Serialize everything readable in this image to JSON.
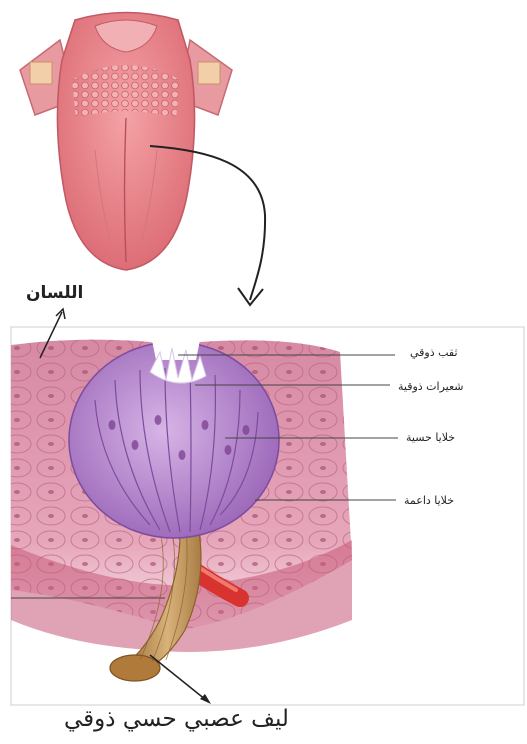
{
  "labels": {
    "tongue": "اللسان",
    "taste_pore": "ثقب ذوقي",
    "taste_hairs": "شعيرات ذوقية",
    "gustatory_cells": "خلايا حسية",
    "supporting_cells": "خلايا داعمة",
    "sensory_nerve_fiber": "ليف عصبي حسي ذوقي"
  },
  "colors": {
    "tongue": "#e8848a",
    "tissue": "#d98aa6",
    "taste_bud": "#b98cd0",
    "nerve": "#c9a06a",
    "blood_vessel": "#d8332e"
  }
}
